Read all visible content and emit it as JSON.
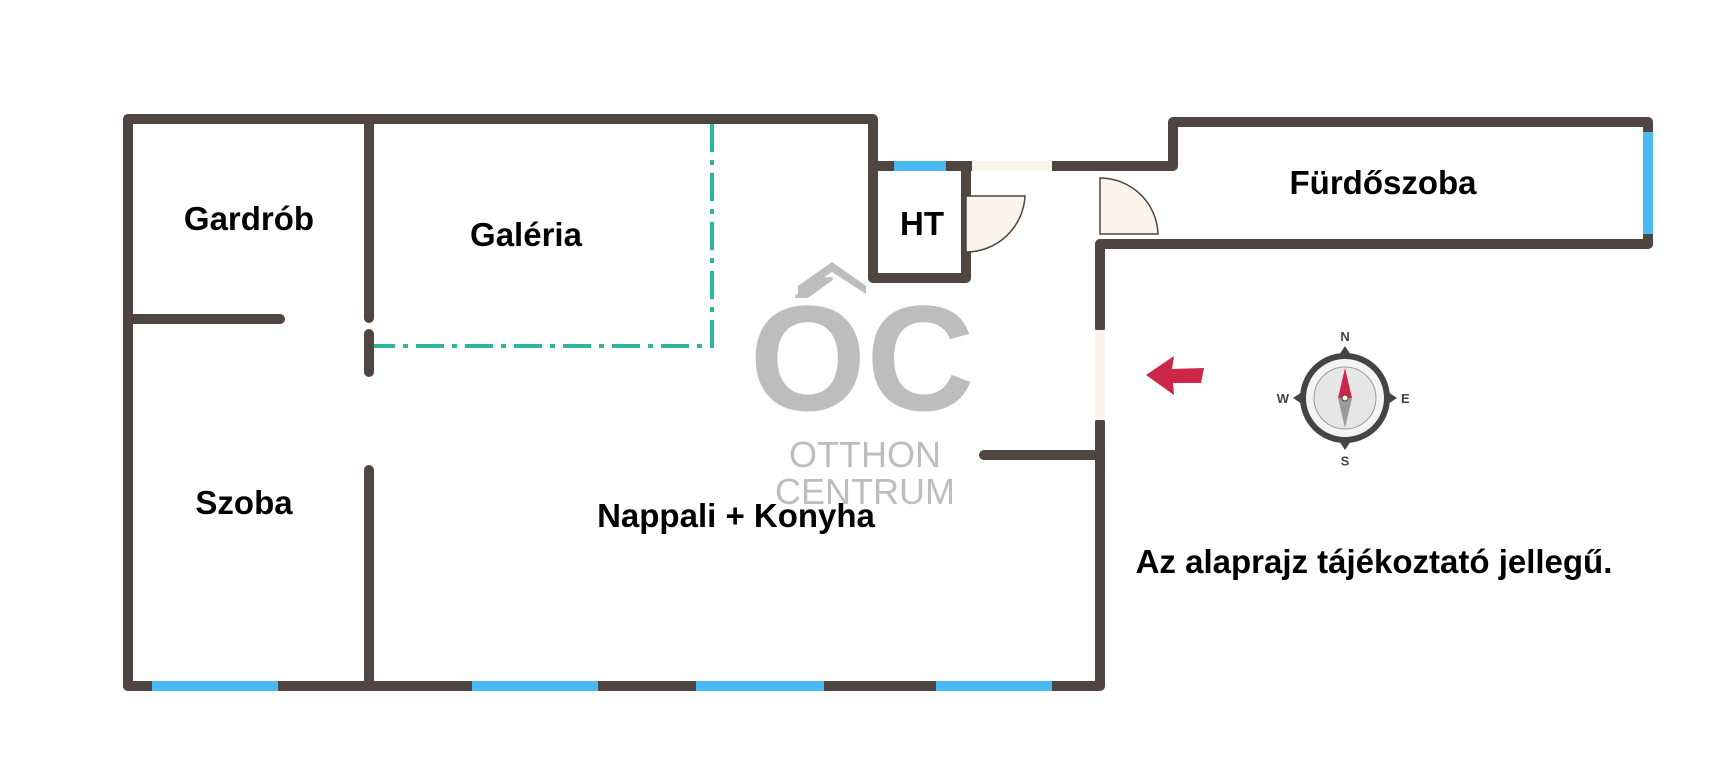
{
  "rooms": {
    "gardrob": "Gardrób",
    "galeria": "Galéria",
    "ht": "HT",
    "furdoszoba": "Fürdőszoba",
    "szoba": "Szoba",
    "nappali": "Nappali + Konyha"
  },
  "note": "Az alaprajz tájékoztató jellegű.",
  "watermark": {
    "logo": "ÓC",
    "line1": "OTTHON",
    "line2": "CENTRUM"
  },
  "compass": {
    "north": "N",
    "south": "S",
    "east": "E",
    "west": "W"
  },
  "colors": {
    "wall": "#4f4541",
    "window": "#4ab8f2",
    "door": "#fbf4ea",
    "gallery_edge": "#2bb89a",
    "arrow": "#cc2649",
    "watermark": "#bdbdbd"
  },
  "icons": {
    "entrance": "arrow-left-icon",
    "orientation": "compass-icon"
  }
}
